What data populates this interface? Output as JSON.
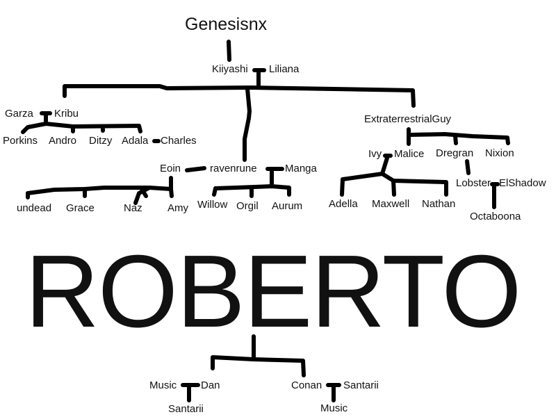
{
  "title": "Genesisnx",
  "banner": "ROBERTO",
  "line_color": "#000000",
  "text_color": "#111111",
  "nodes": {
    "genesisnx": "Genesisnx",
    "kiiyashi": "Kiiyashi",
    "liliana": "Liliana",
    "garza": "Garza",
    "kribu": "Kribu",
    "porkins": "Porkins",
    "andro": "Andro",
    "ditzy": "Ditzy",
    "adala": "Adala",
    "charles": "Charles",
    "eoin": "Eoin",
    "ravenrune": "ravenrune",
    "manga": "Manga",
    "undead": "undead",
    "grace": "Grace",
    "naz": "Naz",
    "amy": "Amy",
    "willow": "Willow",
    "orgil": "Orgil",
    "aurum": "Aurum",
    "extraterrestrialguy": "ExtraterrestrialGuy",
    "ivy": "Ivy",
    "malice": "Malice",
    "dregran": "Dregran",
    "nixion": "Nixion",
    "adella": "Adella",
    "maxwell": "Maxwell",
    "nathan": "Nathan",
    "lobster": "Lobster",
    "elshadow": "ElShadow",
    "octaboona": "Octaboona",
    "music1": "Music",
    "dan": "Dan",
    "santarii1": "Santarii",
    "conan": "Conan",
    "santarii2": "Santarii",
    "music2": "Music"
  }
}
